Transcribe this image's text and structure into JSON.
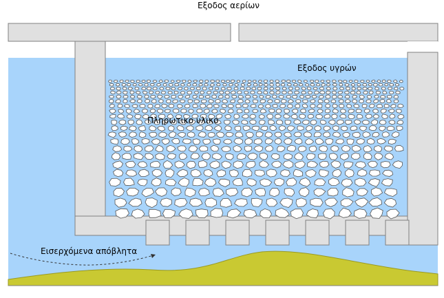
{
  "labels": {
    "gas_outlet": "Εξοδος αερίων",
    "liquid_outlet": "Εξοδος υγρών",
    "packing_material": "Πληρωτικο υλικο",
    "influent": "Εισερχόμενα απόβλητα"
  },
  "colors": {
    "water": "#a8d4fb",
    "wall": "#e0e0e0",
    "wall_edge": "#808080",
    "sediment": "#c9c932",
    "stone_fill": "#ffffff",
    "stone_edge": "#555555",
    "flow_arrow": "#333333"
  }
}
